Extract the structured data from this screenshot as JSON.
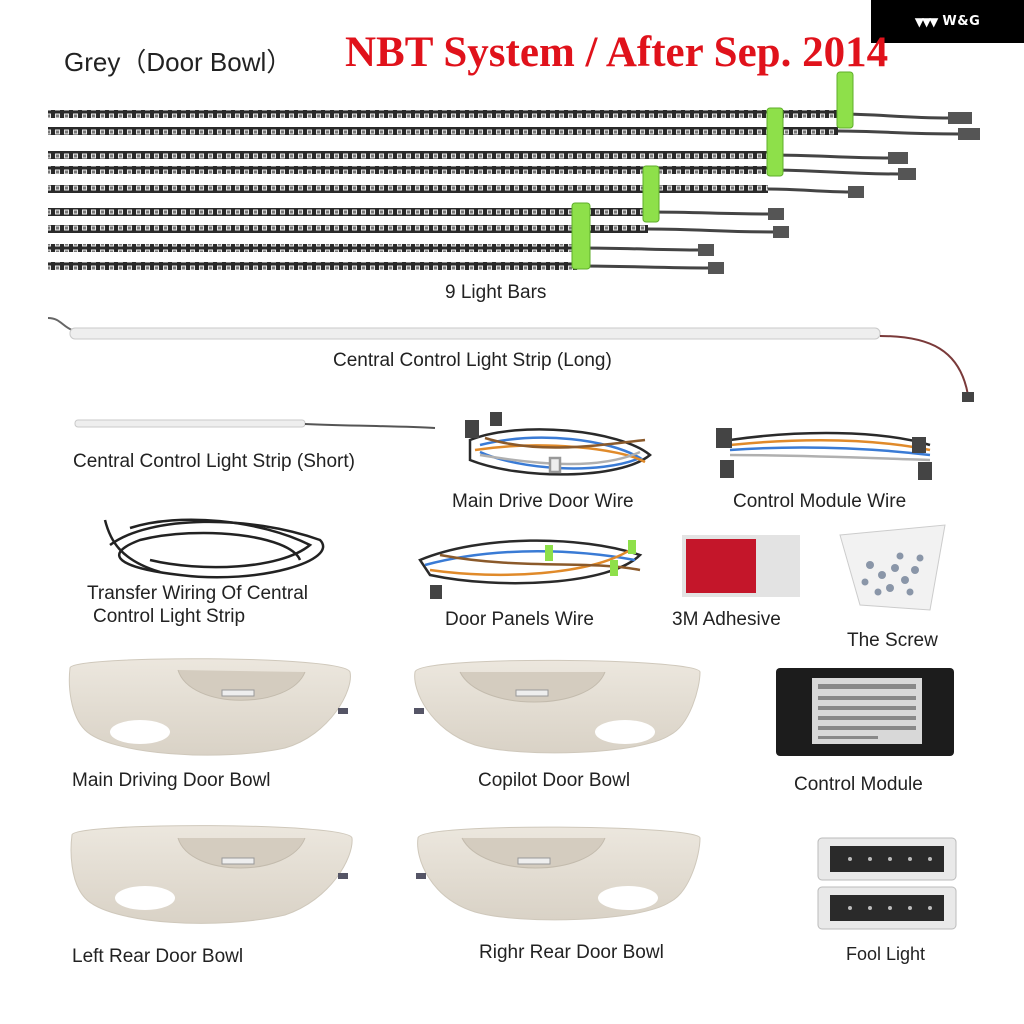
{
  "brand": {
    "name": "W&G",
    "logo_icon": "wave-logo-icon"
  },
  "header": {
    "subtitle": "Grey（Door Bowl）",
    "title": "NBT System / After Sep. 2014",
    "title_color": "#e0121b"
  },
  "items": {
    "light_bars": "9 Light Bars",
    "strip_long": "Central Control Light Strip (Long)",
    "strip_short": "Central Control Light Strip (Short)",
    "main_drive_wire": "Main Drive Door Wire",
    "control_module_wire": "Control Module Wire",
    "transfer_wiring_line1": "Transfer Wiring Of Central",
    "transfer_wiring_line2": "Control Light Strip",
    "door_panels_wire": "Door Panels Wire",
    "adhesive": "3M Adhesive",
    "screw": "The Screw",
    "main_driving_bowl": "Main Driving Door Bowl",
    "copilot_bowl": "Copilot Door Bowl",
    "control_module": "Control Module",
    "left_rear_bowl": "Left Rear Door Bowl",
    "right_rear_bowl": "Righr Rear Door Bowl",
    "foot_light": "Fool Light"
  },
  "colors": {
    "bowl": "#e6e0d6",
    "tag_green": "#8ee04a",
    "adhesive_red": "#c4162a"
  }
}
